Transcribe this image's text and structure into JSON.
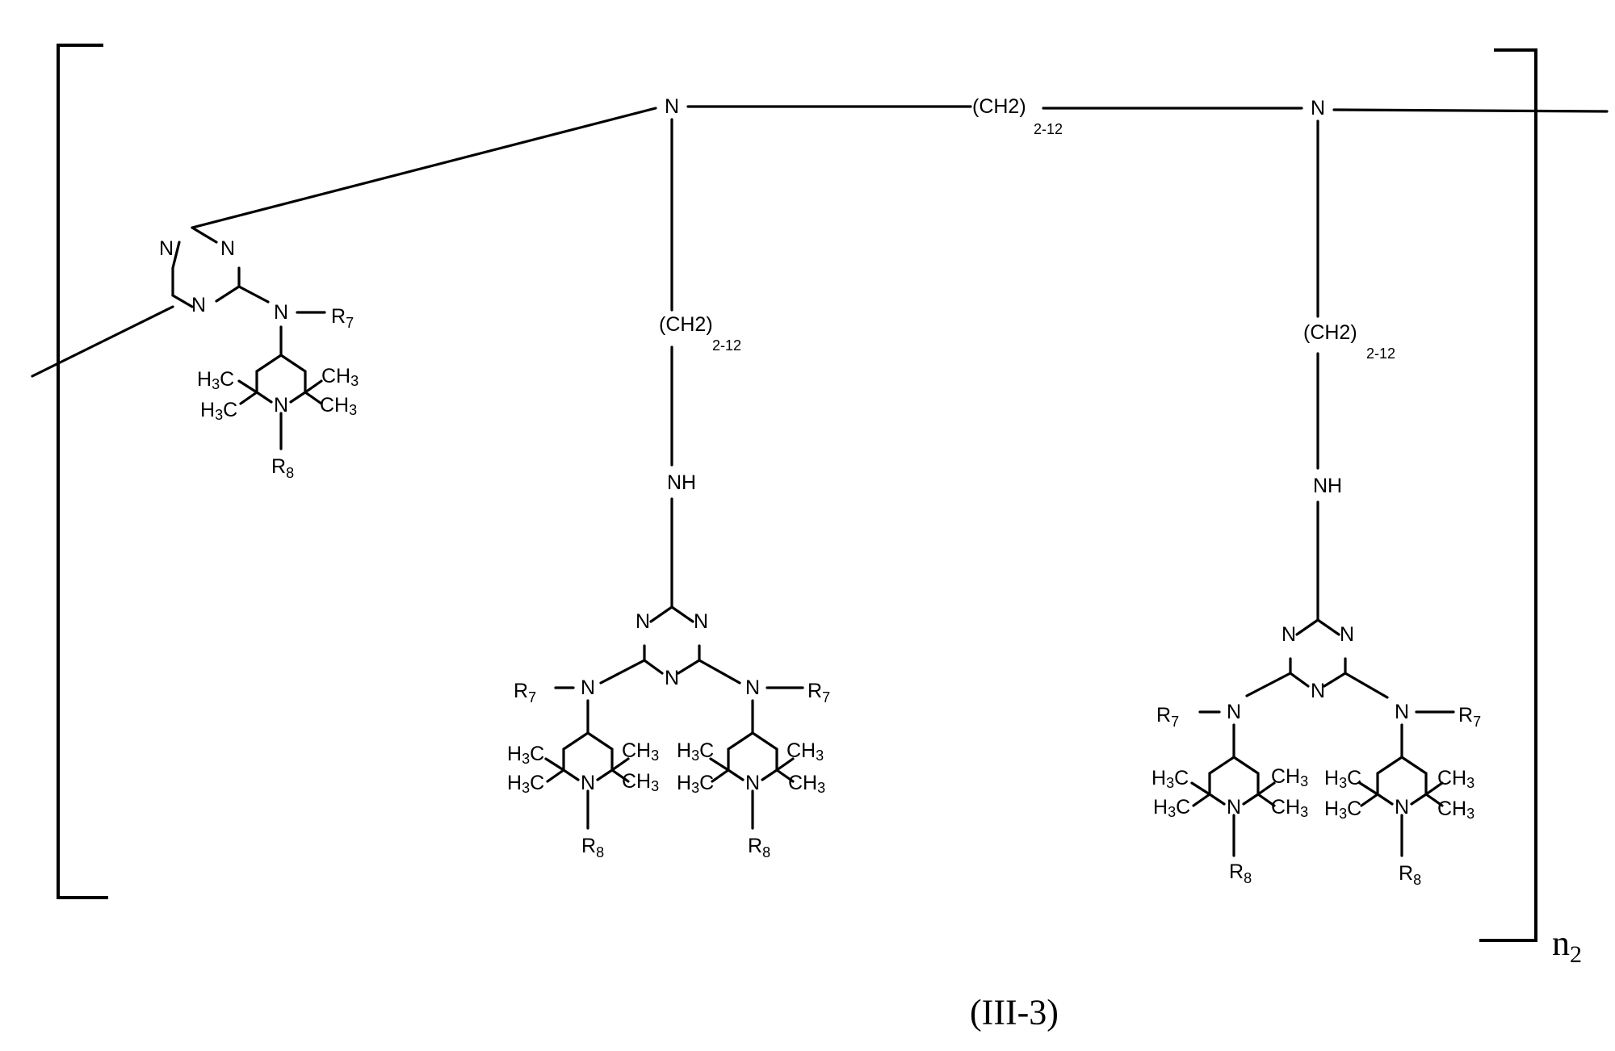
{
  "compound_label": "(III-3)",
  "repeat": {
    "symbol": "n",
    "subscript": "2"
  },
  "atoms": {
    "nitrogen": "N",
    "amine": "NH",
    "r7": {
      "base": "R",
      "sub": "7"
    },
    "r8": {
      "base": "R",
      "sub": "8"
    },
    "methyl_left": "H3C",
    "methyl_right": "CH3"
  },
  "spacer": {
    "group": "(CH2)",
    "range": "2-12"
  }
}
